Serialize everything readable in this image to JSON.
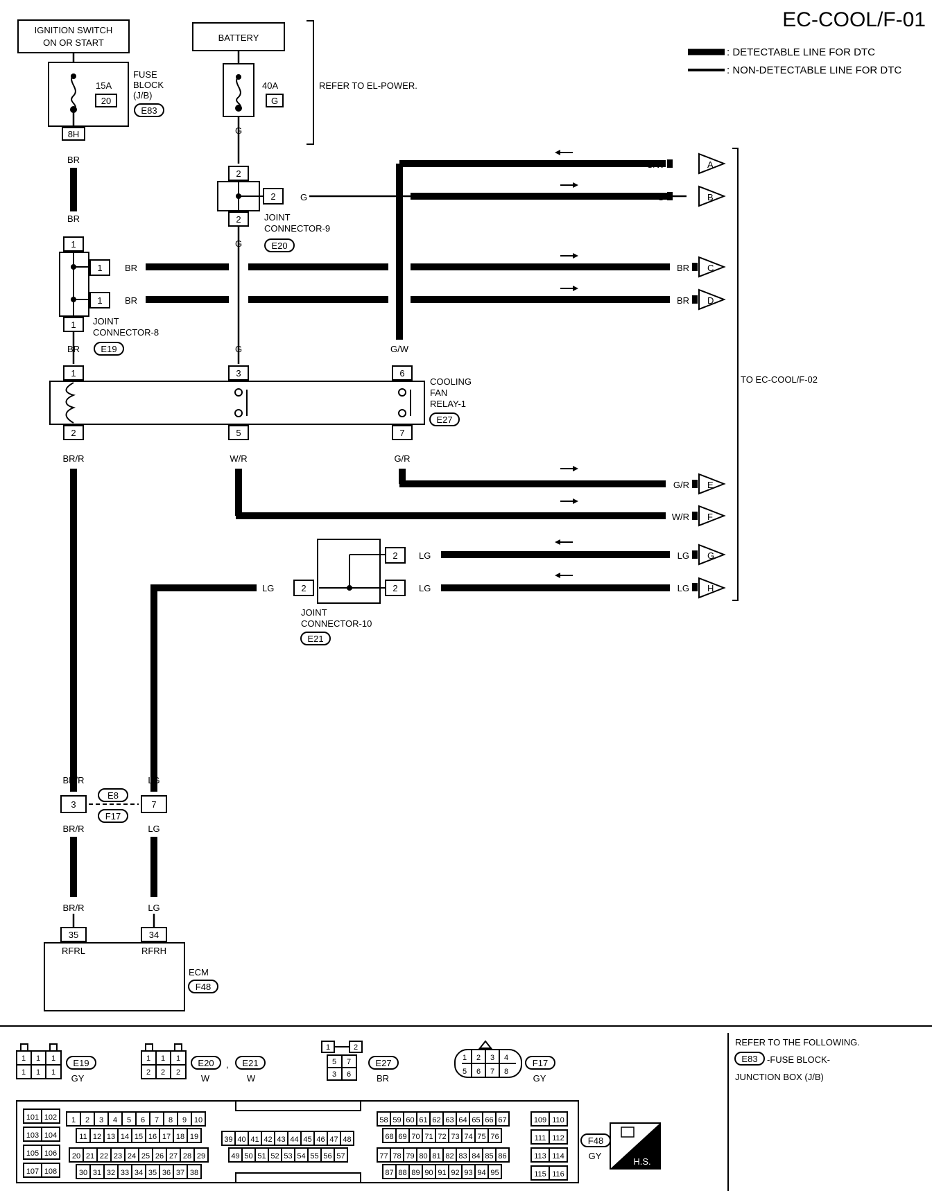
{
  "title": "EC-COOL/F-01",
  "legend": {
    "detectable": ": DETECTABLE LINE FOR DTC",
    "non_detectable": ": NON-DETECTABLE LINE FOR DTC"
  },
  "sources": {
    "ignition_line1": "IGNITION SWITCH",
    "ignition_line2": "ON OR START",
    "battery": "BATTERY",
    "refer_power": "REFER TO EL-POWER."
  },
  "fuse_block": {
    "label1": "FUSE",
    "label2": "BLOCK",
    "label3": "(J/B)",
    "conn": "E83",
    "amp": "15A",
    "num": "20",
    "terminal": "8H"
  },
  "battery_fuse": {
    "amp": "40A",
    "num": "G"
  },
  "joint9": {
    "label1": "JOINT",
    "label2": "CONNECTOR-9",
    "conn": "E20",
    "t_top": "2",
    "t_side": "2",
    "t_bot": "2"
  },
  "joint8": {
    "label1": "JOINT",
    "label2": "CONNECTOR-8",
    "conn": "E19",
    "t_top": "1",
    "t_side1": "1",
    "t_side2": "1",
    "t_bot": "1"
  },
  "relay": {
    "label1": "COOLING",
    "label2": "FAN",
    "label3": "RELAY-1",
    "conn": "E27",
    "t1": "1",
    "t2": "2",
    "t3": "3",
    "t5": "5",
    "t6": "6",
    "t7": "7"
  },
  "joint10": {
    "label1": "JOINT",
    "label2": "CONNECTOR-10",
    "conn": "E21",
    "t_in": "2",
    "t_g": "2",
    "t_h": "2"
  },
  "wires": {
    "br": "BR",
    "g": "G",
    "gw": "G/W",
    "brr": "BR/R",
    "wr": "W/R",
    "gr": "G/R",
    "lg": "LG"
  },
  "outputs": [
    {
      "letter": "A",
      "color": "G/W"
    },
    {
      "letter": "B",
      "color": "G"
    },
    {
      "letter": "C",
      "color": "BR"
    },
    {
      "letter": "D",
      "color": "BR"
    },
    {
      "letter": "E",
      "color": "G/R"
    },
    {
      "letter": "F",
      "color": "W/R"
    },
    {
      "letter": "G",
      "color": "LG"
    },
    {
      "letter": "H",
      "color": "LG"
    }
  ],
  "to_next": "TO EC-COOL/F-02",
  "inline_conn": {
    "c1": "E8",
    "c2": "F17",
    "t_a": "3",
    "t_b": "7"
  },
  "ecm": {
    "label": "ECM",
    "conn": "F48",
    "t35": "35",
    "t34": "34",
    "pin1": "RFRL",
    "pin2": "RFRH"
  },
  "connectors": {
    "e19": {
      "id": "E19",
      "color": "GY"
    },
    "e20": {
      "id": "E20",
      "sep": ",",
      "color": "W"
    },
    "e21": {
      "id": "E21",
      "color": "W"
    },
    "e27": {
      "id": "E27",
      "color": "BR"
    },
    "f17": {
      "id": "F17",
      "color": "GY"
    },
    "f48": {
      "id": "F48",
      "color": "GY"
    },
    "hs": "H.S."
  },
  "refer": {
    "line1": "REFER TO THE FOLLOWING.",
    "conn": "E83",
    "line2": "-FUSE BLOCK-",
    "line3": "JUNCTION BOX (J/B)"
  }
}
